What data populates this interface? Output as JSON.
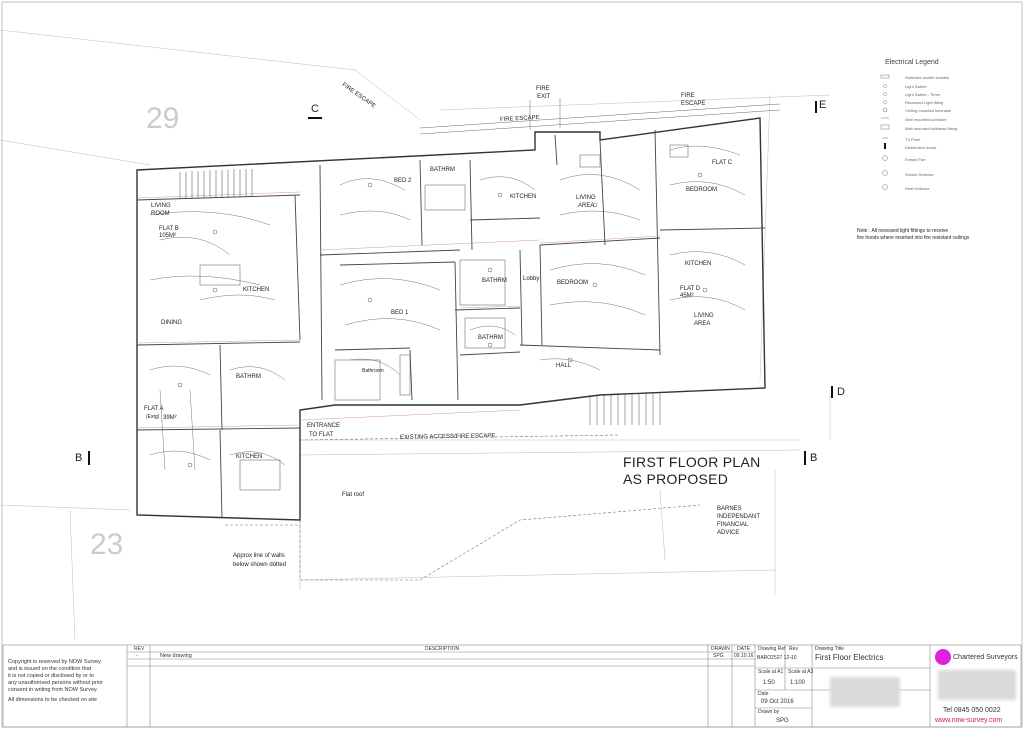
{
  "plan": {
    "title_line1": "FIRST FLOOR PLAN",
    "title_line2": "AS PROPOSED",
    "plot_numbers": [
      "29",
      "23"
    ],
    "section_markers": {
      "c": "C",
      "e": "E",
      "d": "D",
      "b_left": "B",
      "b_right": "B"
    },
    "labels": {
      "fire_escape_diag": "FIRE ESCAPE",
      "fire_exit_1": "FIRE",
      "fire_exit_2": "EXIT",
      "fire_escape_top": "FIRE ESCAPE",
      "fire_escape_right_1": "FIRE",
      "fire_escape_right_2": "ESCAPE",
      "living_room_1": "LIVING",
      "living_room_2": "ROOM",
      "flat_b": "FLAT B",
      "flat_b_area": "105M²",
      "kitchen_b": "KITCHEN",
      "dining": "DINING",
      "bed2": "BED 2",
      "bathrm_top": "BATHRM",
      "kitchen_mid": "KITCHEN",
      "living_area_mid_1": "LIVING",
      "living_area_mid_2": "AREA",
      "flat_c": "FLAT C",
      "bedroom_c": "BEDROOM",
      "bed1": "BED 1",
      "bathrm_mid": "BATHRM",
      "lobby": "Lobby",
      "bedroom_d": "BEDROOM",
      "bathrm_lower": "BATHRM",
      "hall": "HALL",
      "kitchen_d": "KITCHEN",
      "flat_d": "FLAT D",
      "flat_d_area": "45M²",
      "living_area_d_1": "LIVING",
      "living_area_d_2": "AREA",
      "bathroom": "Bathroom",
      "bathrm_a": "BATHRM",
      "flat_a": "FLAT A",
      "flat_a_extg": "(Extg)",
      "flat_a_area": "39M²",
      "kitchen_a": "KITCHEN",
      "entrance_1": "ENTRANCE",
      "entrance_2": "TO FLAT",
      "existing_access": "EXISTING ACCESS/FIRE ESCAPE",
      "flat_roof": "Flat roof",
      "approx_walls_1": "Approx line of walls",
      "approx_walls_2": "below shown dotted",
      "barnes_1": "BARNES",
      "barnes_2": "INDEPENDANT",
      "barnes_3": "FINANCIAL",
      "barnes_4": "ADVICE"
    },
    "note_line1": "Note : All recessed light fittings to receive",
    "note_line2": "fire hoods where inserted into fire resistant ceilings"
  },
  "legend": {
    "title": "Electrical Legend",
    "items": [
      "Switched double sockets",
      "Light Switch",
      "Light Switch - Timer",
      "Recessed Light fitting",
      "Ceiling mounted luminaire",
      "Wall mounted luminaire",
      "Wall mounted bulkhead fitting",
      "TV Point",
      "Distribution board",
      "Extract Fan",
      "Smoke Detector",
      "Heat Detector"
    ]
  },
  "title_block": {
    "copyright": [
      "Copyright is reserved by NOW Survey",
      "and is issued on the condition that",
      "it is not copied or disclosed by or to",
      "any unauthorised persons without prior",
      "consent in writing from NOW Survey."
    ],
    "dimensions_note": "All dimensions to be checked on site",
    "headers": {
      "rev": "REV",
      "description": "DESCRIPTION",
      "drawn": "DRAWN",
      "date": "DATE"
    },
    "revision": {
      "rev": "-",
      "description": "New drawing",
      "drawn": "SPG",
      "date": "09.10.16"
    },
    "drawing_ref_label": "Drawing Ref",
    "drawing_ref": "BARO2527 12-10",
    "rev_label": "Rev",
    "rev_value": "-",
    "drawing_title_label": "Drawing Title",
    "drawing_title": "First Floor Electrics",
    "scale_a1_label": "Scale at A1",
    "scale_a1": "1:50",
    "scale_a3_label": "Scale at A3",
    "scale_a3": "1:100",
    "date_label": "Date",
    "date": "09 Oct 2016",
    "drawn_by_label": "Drawn by",
    "drawn_by": "SPG",
    "company": "Chartered Surveyors",
    "tel": "Tel 0845 050 0022",
    "web": "www.now-survey.com",
    "brand_color": "#e020e0",
    "web_color": "#cc1f3a"
  }
}
